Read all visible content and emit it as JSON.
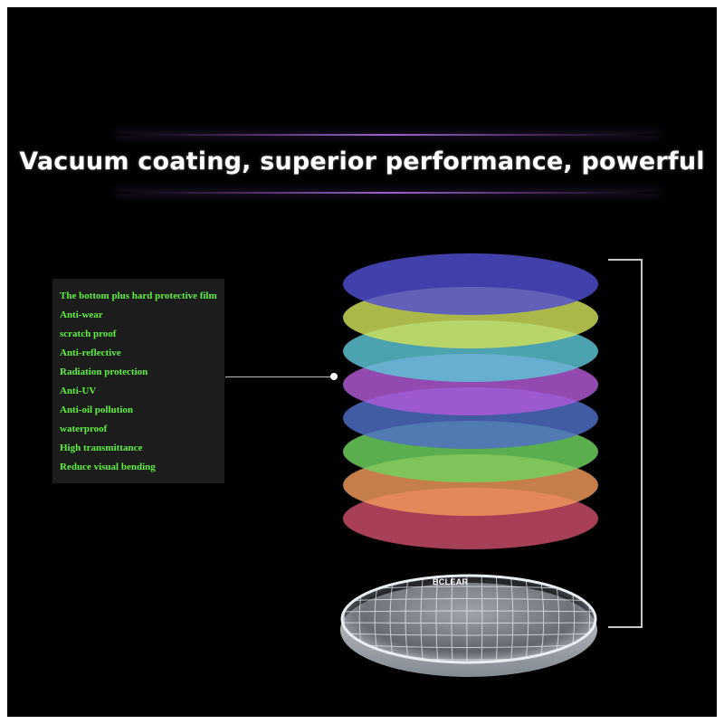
{
  "headline": "Vacuum coating, superior performance, powerful",
  "features": [
    "The bottom plus hard protective film",
    "Anti-wear",
    "scratch proof",
    "Anti-reflective",
    "Radiation protection",
    "Anti-UV",
    "Anti-oil pollution",
    "waterproof",
    "High transmittance",
    "Reduce visual bending"
  ],
  "brand_label": "BCLEAR",
  "layer_colors": [
    "#cc4d6a",
    "#f09a5a",
    "#6fd35f",
    "#4f6fc9",
    "#b25ad8",
    "#5ec6d6",
    "#cfe05a",
    "#4f4ed0"
  ],
  "accent_text_color": "#5cf03a",
  "icons": [
    "connector-dot-icon",
    "lens-icon"
  ]
}
